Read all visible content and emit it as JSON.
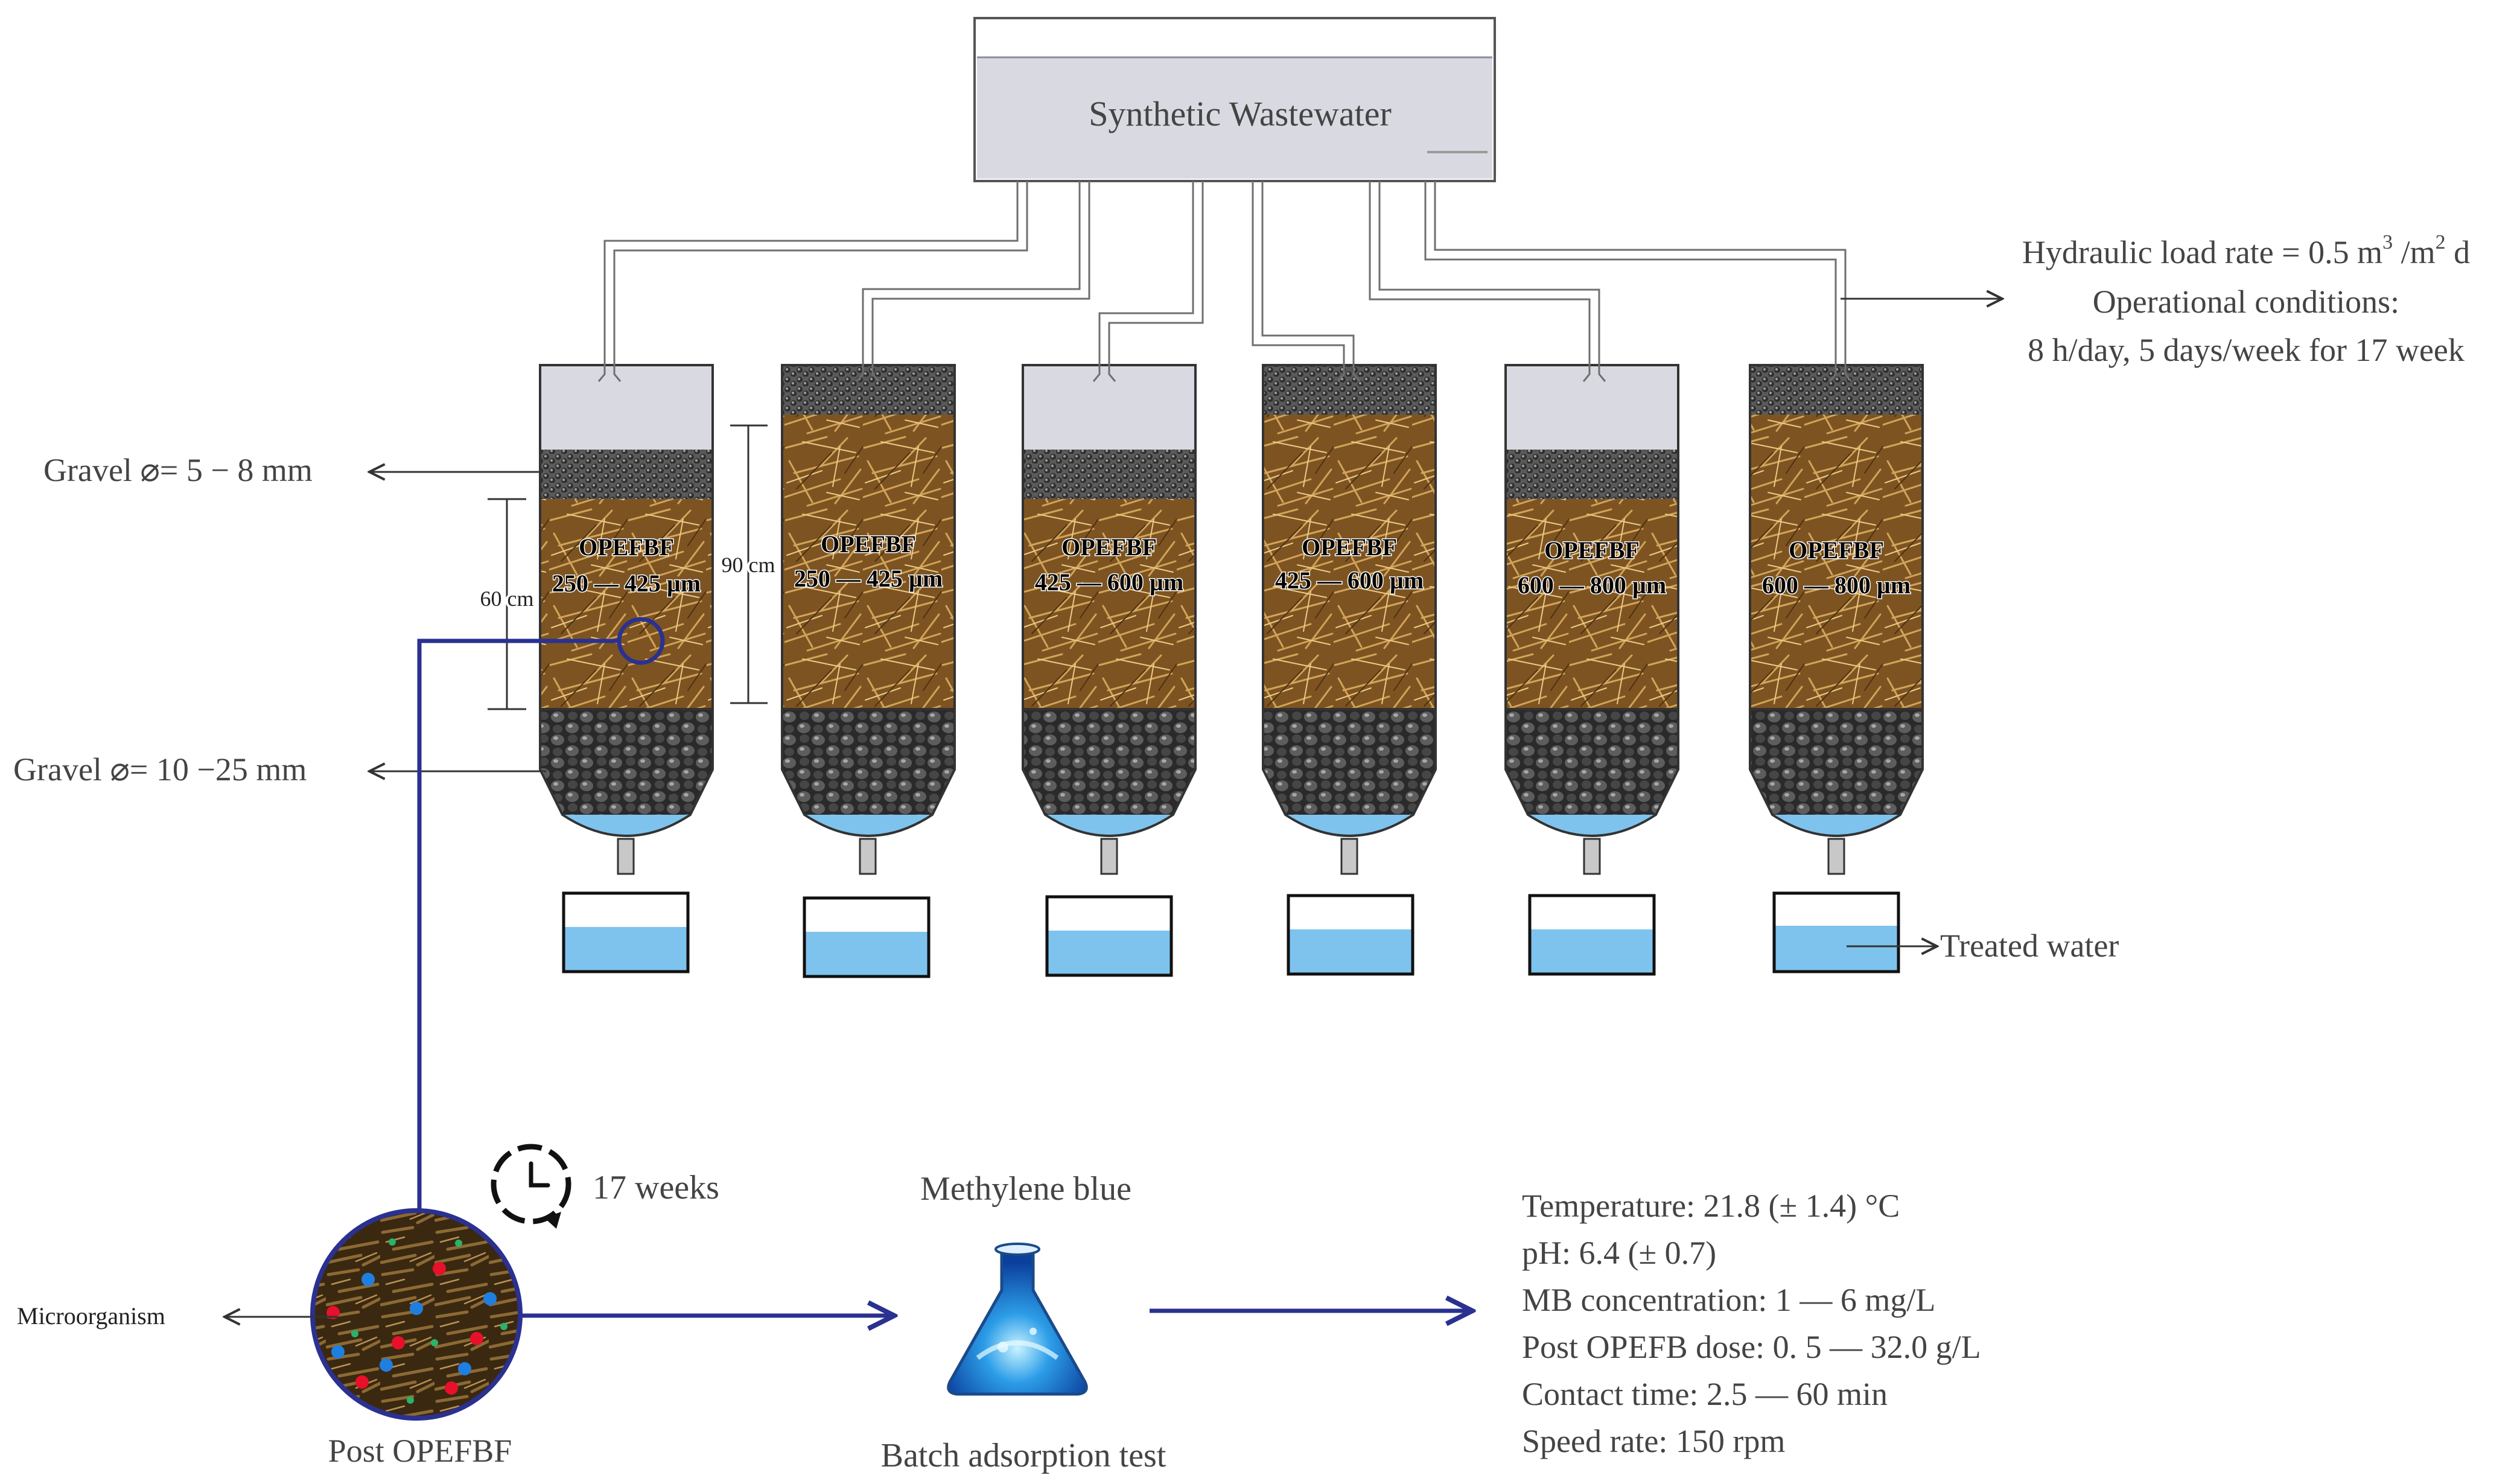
{
  "tank": {
    "label": "Synthetic  Wastewater"
  },
  "conditions": {
    "hydraulic_prefix": "Hydraulic load rate = 0.5 m",
    "hydraulic_sup1": "3",
    "hydraulic_mid": " /m",
    "hydraulic_sup2": "2",
    "hydraulic_suffix": " d",
    "operational_title": "Operational conditions:",
    "operational_schedule": "8 h/day, 5 days/week for 17 week"
  },
  "gravel_top": "Gravel ⌀= 5 − 8 mm",
  "gravel_bottom": "Gravel ⌀= 10 −25 mm",
  "dimensions": {
    "media_height": "60 cm",
    "column_height": "90 cm"
  },
  "columns": [
    {
      "material": "OPEFBF",
      "size": "250 — 425 µm"
    },
    {
      "material": "OPEFBF",
      "size": "250 — 425 µm"
    },
    {
      "material": "OPEFBF",
      "size": "425 — 600 µm"
    },
    {
      "material": "OPEFBF",
      "size": "425 — 600 µm"
    },
    {
      "material": "OPEFBF",
      "size": "600 — 800 µm"
    },
    {
      "material": "OPEFBF",
      "size": "600 — 800 µm"
    }
  ],
  "treated_water": "Treated water",
  "duration": "17 weeks",
  "microorganism": "Microorganism",
  "post_sample": "Post OPEFBF",
  "adsorbate": "Methylene blue",
  "batch_test": "Batch adsorption test",
  "batch_conditions": [
    "Temperature: 21.8 (± 1.4) °C",
    "pH: 6.4 (± 0.7)",
    "MB concentration: 1 — 6 mg/L",
    "Post OPEFB dose: 0. 5 — 32.0 g/L",
    "Contact time: 2.5 — 60 min",
    "Speed rate: 150 rpm"
  ],
  "colors": {
    "ink": "#444444",
    "pipe": "#6f6f6f",
    "water": "#7ec3ee",
    "tank_fill": "#d9d9e2",
    "fiber_bg": "#8a5e26",
    "gravel": "#4a4a4a",
    "navy": "#2a3190"
  }
}
